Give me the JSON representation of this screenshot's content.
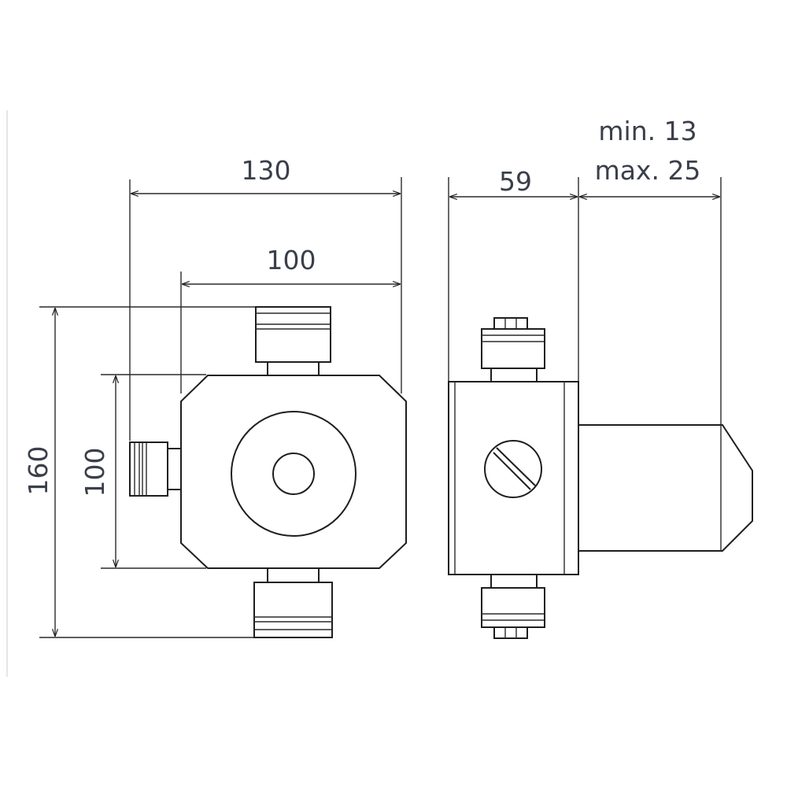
{
  "front_view": {
    "dim_overall_width": "130",
    "dim_body_width": "100",
    "dim_overall_height": "160",
    "dim_body_height": "100"
  },
  "side_view": {
    "dim_depth": "59",
    "dim_wall_min": "min. 13",
    "dim_wall_max": "max. 25"
  }
}
